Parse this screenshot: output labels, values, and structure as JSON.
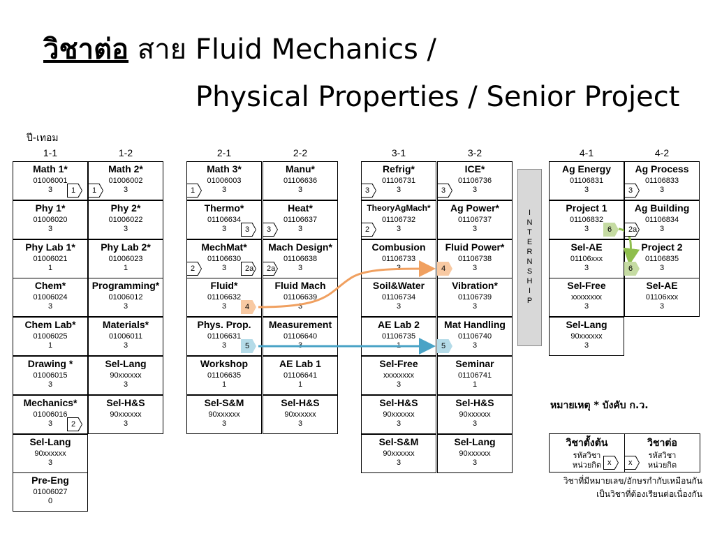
{
  "title": {
    "key": "วิชาต่อ",
    "line1_rest": " สาย Fluid Mechanics /",
    "line2": "Physical Properties / Senior Project"
  },
  "year_label": "ปี-เทอม",
  "columns": [
    "1-1",
    "1-2",
    "2-1",
    "2-2",
    "3-1",
    "3-2",
    "4-1",
    "4-2"
  ],
  "courses": {
    "c11": [
      {
        "name": "Math 1*",
        "code": "01006001",
        "credit": "3"
      },
      {
        "name": "Phy 1*",
        "code": "01006020",
        "credit": "3"
      },
      {
        "name": "Phy Lab 1*",
        "code": "01006021",
        "credit": "1"
      },
      {
        "name": "Chem*",
        "code": "01006024",
        "credit": "3"
      },
      {
        "name": "Chem Lab*",
        "code": "01006025",
        "credit": "1"
      },
      {
        "name": "Drawing *",
        "code": "01006015",
        "credit": "3"
      },
      {
        "name": "Mechanics*",
        "code": "01006016",
        "credit": "3"
      },
      {
        "name": "Sel-Lang",
        "code": "90xxxxxx",
        "credit": "3"
      },
      {
        "name": "Pre-Eng",
        "code": "01006027",
        "credit": "0"
      }
    ],
    "c12": [
      {
        "name": "Math 2*",
        "code": "01006002",
        "credit": "3"
      },
      {
        "name": "Phy 2*",
        "code": "01006022",
        "credit": "3"
      },
      {
        "name": "Phy Lab 2*",
        "code": "01006023",
        "credit": "1"
      },
      {
        "name": "Programming*",
        "code": "01006012",
        "credit": "3"
      },
      {
        "name": "Materials*",
        "code": "01006011",
        "credit": "3"
      },
      {
        "name": "Sel-Lang",
        "code": "90xxxxxx",
        "credit": "3"
      },
      {
        "name": "Sel-H&S",
        "code": "90xxxxxx",
        "credit": "3"
      }
    ],
    "c21": [
      {
        "name": "Math 3*",
        "code": "01006003",
        "credit": "3"
      },
      {
        "name": "Thermo*",
        "code": "01106634",
        "credit": "3"
      },
      {
        "name": "MechMat*",
        "code": "01106630",
        "credit": "3"
      },
      {
        "name": "Fluid*",
        "code": "01106632",
        "credit": "3"
      },
      {
        "name": "Phys. Prop.",
        "code": "01106631",
        "credit": "3"
      },
      {
        "name": "Workshop",
        "code": "01106635",
        "credit": "1"
      },
      {
        "name": "Sel-S&M",
        "code": "90xxxxxx",
        "credit": "3"
      }
    ],
    "c22": [
      {
        "name": "Manu*",
        "code": "01106636",
        "credit": "3"
      },
      {
        "name": "Heat*",
        "code": "01106637",
        "credit": "3"
      },
      {
        "name": "Mach Design*",
        "code": "01106638",
        "credit": "3"
      },
      {
        "name": "Fluid Mach",
        "code": "01106639",
        "credit": "3"
      },
      {
        "name": "Measurement",
        "code": "01106640",
        "credit": "3"
      },
      {
        "name": "AE Lab 1",
        "code": "01106641",
        "credit": "1"
      },
      {
        "name": "Sel-H&S",
        "code": "90xxxxxx",
        "credit": "3"
      }
    ],
    "c31": [
      {
        "name": "Refrig*",
        "code": "01106731",
        "credit": "3"
      },
      {
        "name": "TheoryAgMach*",
        "code": "01106732",
        "credit": "3"
      },
      {
        "name": "Combusion",
        "code": "01106733",
        "credit": "3"
      },
      {
        "name": "Soil&Water",
        "code": "01106734",
        "credit": "3"
      },
      {
        "name": "AE Lab 2",
        "code": "01106735",
        "credit": "1"
      },
      {
        "name": "Sel-Free",
        "code": "xxxxxxxx",
        "credit": "3"
      },
      {
        "name": "Sel-H&S",
        "code": "90xxxxxx",
        "credit": "3"
      },
      {
        "name": "Sel-S&M",
        "code": "90xxxxxx",
        "credit": "3"
      }
    ],
    "c32": [
      {
        "name": "ICE*",
        "code": "01106736",
        "credit": "3"
      },
      {
        "name": "Ag Power*",
        "code": "01106737",
        "credit": "3"
      },
      {
        "name": "Fluid Power*",
        "code": "01106738",
        "credit": "3"
      },
      {
        "name": "Vibration*",
        "code": "01106739",
        "credit": "3"
      },
      {
        "name": "Mat Handling",
        "code": "01106740",
        "credit": "3"
      },
      {
        "name": "Seminar",
        "code": "01106741",
        "credit": "1"
      },
      {
        "name": "Sel-H&S",
        "code": "90xxxxxx",
        "credit": "3"
      },
      {
        "name": "Sel-Lang",
        "code": "90xxxxxx",
        "credit": "3"
      }
    ],
    "c41": [
      {
        "name": "Ag Energy",
        "code": "01106831",
        "credit": "3"
      },
      {
        "name": "Project 1",
        "code": "01106832",
        "credit": "3"
      },
      {
        "name": "Sel-AE",
        "code": "01106xxx",
        "credit": "3"
      },
      {
        "name": "Sel-Free",
        "code": "xxxxxxxx",
        "credit": "3"
      },
      {
        "name": "Sel-Lang",
        "code": "90xxxxxx",
        "credit": "3"
      }
    ],
    "c42": [
      {
        "name": "Ag Process",
        "code": "01106833",
        "credit": "3"
      },
      {
        "name": "Ag Building",
        "code": "01106834",
        "credit": "3"
      },
      {
        "name": "Project 2",
        "code": "01106835",
        "credit": "3"
      },
      {
        "name": "Sel-AE",
        "code": "01106xxx",
        "credit": "3"
      }
    ]
  },
  "tags": [
    "1",
    "1",
    "1",
    "1",
    "2",
    "3",
    "3",
    "3",
    "3",
    "2",
    "2a",
    "2a",
    "2a",
    "4",
    "4",
    "5",
    "5",
    "6",
    "6"
  ],
  "internship": [
    "I",
    "N",
    "T",
    "E",
    "R",
    "N",
    "S",
    "H",
    "I",
    "P"
  ],
  "note": "หมายเหตุ * บังคับ ก.ว.",
  "legend": {
    "pre_head": "วิชาตั้งต้น",
    "post_head": "วิชาต่อ",
    "code_label": "รหัสวิชา",
    "credit_label": "หน่วยกิต",
    "mark": "x",
    "note_line1": "วิชาที่มีหมายเลข/อักษรกำกับเหมือนกัน",
    "note_line2": "เป็นวิชาที่ต้องเรียนต่อเนื่องกัน"
  },
  "colors": {
    "orange_arrow": "#f0a060",
    "blue_arrow": "#4aa3c6",
    "green_arrow": "#8fbe4d"
  }
}
